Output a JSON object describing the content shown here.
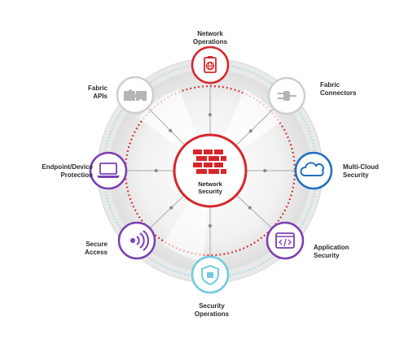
{
  "center": {
    "label": "Network\nSecurity",
    "icon": "firewall-icon",
    "color": "#d7262b"
  },
  "nodes": [
    {
      "id": "network-operations",
      "label": "Network\nOperations",
      "icon": "clipboard-globe-icon",
      "color": "#d7262b"
    },
    {
      "id": "fabric-connectors",
      "label": "Fabric\nConnectors",
      "icon": "plug-icon",
      "color": "#cfcfcf"
    },
    {
      "id": "multi-cloud-security",
      "label": "Multi-Cloud\nSecurity",
      "icon": "cloud-icon",
      "color": "#1f6fc5"
    },
    {
      "id": "application-security",
      "label": "Application\nSecurity",
      "icon": "code-window-icon",
      "color": "#7b3fb3"
    },
    {
      "id": "security-operations",
      "label": "Security\nOperations",
      "icon": "shield-icon",
      "color": "#6fcbe0"
    },
    {
      "id": "secure-access",
      "label": "Secure\nAccess",
      "icon": "wireless-icon",
      "color": "#7b3fb3"
    },
    {
      "id": "endpoint-device-protection",
      "label": "Endpoint/Device\nProtection",
      "icon": "laptop-icon",
      "color": "#7b3fb3"
    },
    {
      "id": "fabric-apis",
      "label": "Fabric\nAPIs",
      "icon": "puzzle-icon",
      "color": "#cfcfcf"
    }
  ]
}
